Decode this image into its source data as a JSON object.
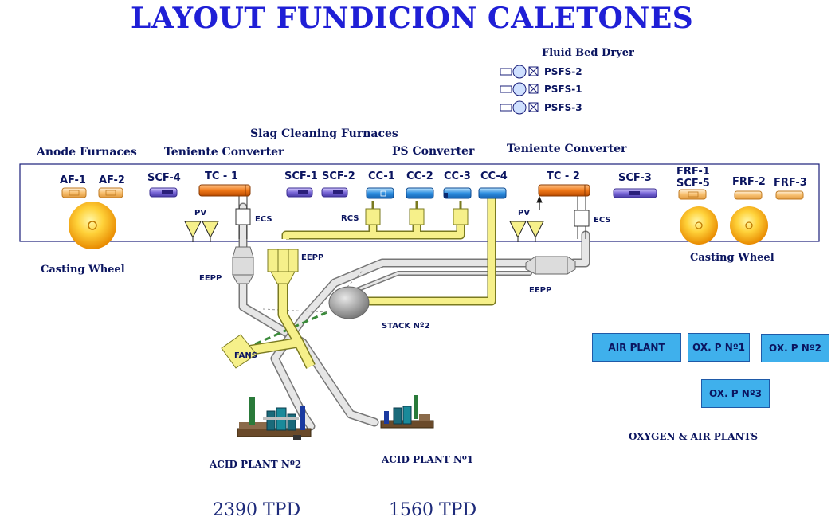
{
  "title": "LAYOUT FUNDICION CALETONES",
  "dryer": {
    "heading": "Fluid Bed Dryer",
    "units": [
      "PSFS-2",
      "PSFS-1",
      "PSFS-3"
    ]
  },
  "sections": {
    "anode_furnaces": "Anode Furnaces",
    "teniente_converter_left": "Teniente Converter",
    "slag_cleaning_furnaces": "Slag Cleaning Furnaces",
    "ps_converter": "PS Converter",
    "teniente_converter_right": "Teniente Converter",
    "casting_wheel_left": "Casting Wheel",
    "casting_wheel_right": "Casting Wheel"
  },
  "equipment": {
    "af1": "AF-1",
    "af2": "AF-2",
    "scf4": "SCF-4",
    "tc1": "TC - 1",
    "scf1": "SCF-1",
    "scf2": "SCF-2",
    "cc1": "CC-1",
    "cc2": "CC-2",
    "cc3": "CC-3",
    "cc4": "CC-4",
    "tc2": "TC - 2",
    "scf3": "SCF-3",
    "frf1": "FRF-1",
    "scf5": "SCF-5",
    "frf2": "FRF-2",
    "frf3": "FRF-3"
  },
  "gas_handling": {
    "pv_left": "PV",
    "ecs_left": "ECS",
    "rcs": "RCS",
    "pv_right": "PV",
    "ecs_right": "ECS",
    "eepp_left": "EEPP",
    "eepp_center": "EEPP",
    "eepp_right": "EEPP",
    "stack": "STACK Nº2",
    "fans": "FANS"
  },
  "acid_plants": {
    "plant2_label": "ACID PLANT Nº2",
    "plant1_label": "ACID PLANT Nº1",
    "plant2_capacity": "2390 TPD",
    "plant1_capacity": "1560 TPD"
  },
  "oxygen_plants": {
    "air_plant": "AIR PLANT",
    "ox1": "OX. P Nº1",
    "ox2": "OX. P Nº2",
    "ox3": "OX. P Nº3",
    "caption": "OXYGEN & AIR PLANTS"
  },
  "colors": {
    "title": "#1f1fd6",
    "duct_fill": "#f6f08a",
    "converter_blue": "#3aa0e8",
    "scf_purple": "#8a7ae0",
    "tc_orange": "#f07818",
    "anode_orange": "#f6b860",
    "plant_box": "#3fb0ec"
  }
}
